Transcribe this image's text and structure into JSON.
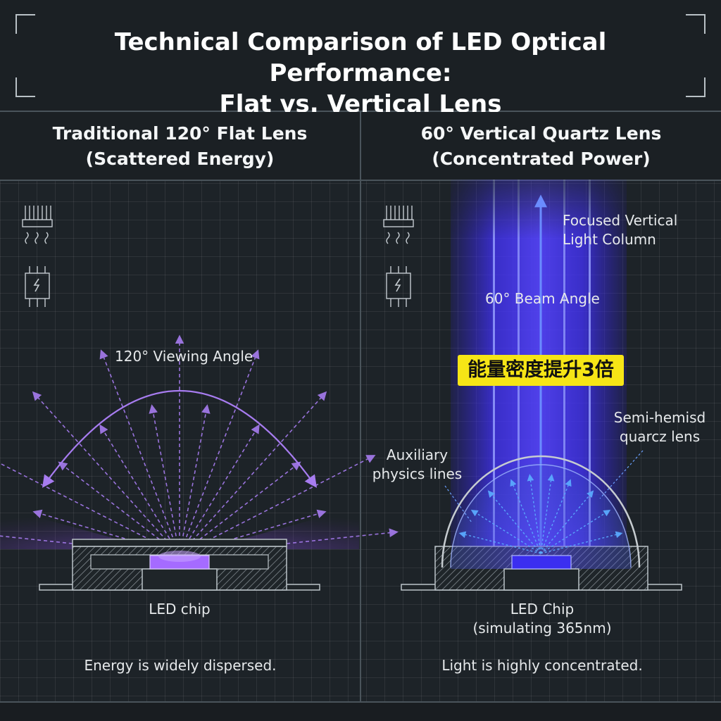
{
  "title": {
    "line1": "Technical Comparison of LED Optical Performance:",
    "line2": "Flat vs. Vertical Lens"
  },
  "left_panel": {
    "title_line1": "Traditional 120° Flat Lens",
    "title_line2": "(Scattered Energy)",
    "angle_label": "120° Viewing Angle",
    "chip_label": "LED chip",
    "caption": "Energy is widely dispersed."
  },
  "right_panel": {
    "title_line1": "60° Vertical Quartz Lens",
    "title_line2": "(Concentrated Power)",
    "column_label_line1": "Focused Vertical",
    "column_label_line2": "Light Column",
    "beam_label": "60° Beam Angle",
    "badge": "能量密度提升3倍",
    "lens_label_line1": "Semi-hemisd",
    "lens_label_line2": "quarcz lens",
    "aux_label_line1": "Auxiliary",
    "aux_label_line2": "physics lines",
    "chip_label_line1": "LED Chip",
    "chip_label_line2": "(simulating 365nm)",
    "caption": "Light is highly concentrated."
  },
  "icons": [
    "heatsink-icon",
    "driver-chip-icon"
  ],
  "colors": {
    "background": "#1d2328",
    "violet": "#a77cf0",
    "beam_blue": "#4f3fff",
    "badge_yellow": "#f6e516"
  }
}
